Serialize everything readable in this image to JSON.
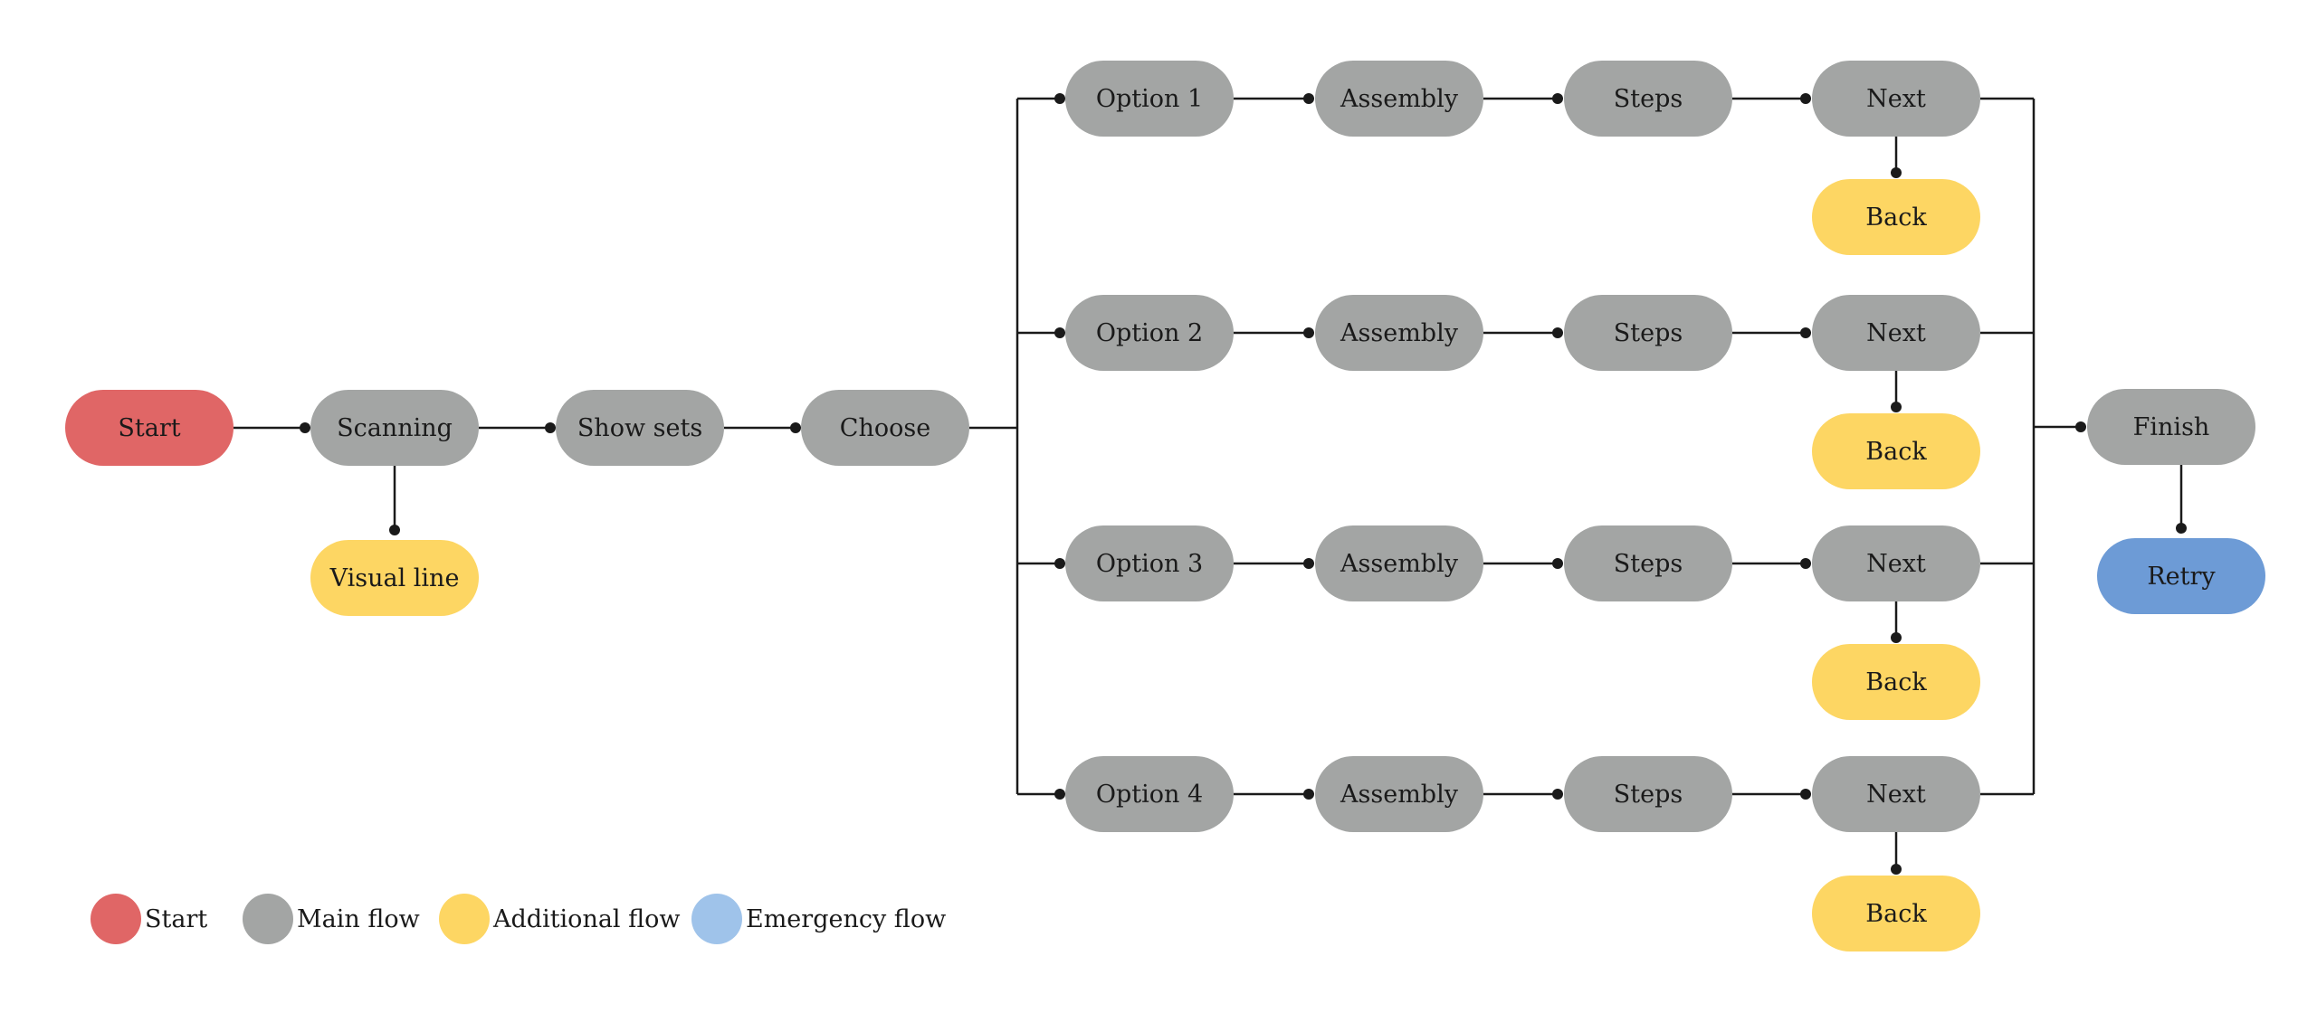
{
  "colors": {
    "start": "#e06666",
    "main": "#a3a5a4",
    "additional": "#fdd663",
    "emergency": "#6d9bd6",
    "legend_emergency": "#9fc3ea",
    "line": "#1a1a1a"
  },
  "nodes": {
    "start": "Start",
    "scanning": "Scanning",
    "visual_line": "Visual line",
    "show_sets": "Show sets",
    "choose": "Choose",
    "option_1": "Option 1",
    "assembly_1": "Assembly",
    "steps_1": "Steps",
    "next_1": "Next",
    "back_1": "Back",
    "option_2": "Option 2",
    "assembly_2": "Assembly",
    "steps_2": "Steps",
    "next_2": "Next",
    "back_2": "Back",
    "option_3": "Option 3",
    "assembly_3": "Assembly",
    "steps_3": "Steps",
    "next_3": "Next",
    "back_3": "Back",
    "option_4": "Option 4",
    "assembly_4": "Assembly",
    "steps_4": "Steps",
    "next_4": "Next",
    "back_4": "Back",
    "finish": "Finish",
    "retry": "Retry"
  },
  "edges": [
    [
      "start",
      "scanning"
    ],
    [
      "scanning",
      "visual_line"
    ],
    [
      "scanning",
      "show_sets"
    ],
    [
      "show_sets",
      "choose"
    ],
    [
      "choose",
      "option_1"
    ],
    [
      "choose",
      "option_2"
    ],
    [
      "choose",
      "option_3"
    ],
    [
      "choose",
      "option_4"
    ],
    [
      "option_1",
      "assembly_1"
    ],
    [
      "assembly_1",
      "steps_1"
    ],
    [
      "steps_1",
      "next_1"
    ],
    [
      "next_1",
      "back_1"
    ],
    [
      "option_2",
      "assembly_2"
    ],
    [
      "assembly_2",
      "steps_2"
    ],
    [
      "steps_2",
      "next_2"
    ],
    [
      "next_2",
      "back_2"
    ],
    [
      "option_3",
      "assembly_3"
    ],
    [
      "assembly_3",
      "steps_3"
    ],
    [
      "steps_3",
      "next_3"
    ],
    [
      "next_3",
      "back_3"
    ],
    [
      "option_4",
      "assembly_4"
    ],
    [
      "assembly_4",
      "steps_4"
    ],
    [
      "steps_4",
      "next_4"
    ],
    [
      "next_4",
      "back_4"
    ],
    [
      "next_1",
      "finish"
    ],
    [
      "next_2",
      "finish"
    ],
    [
      "next_3",
      "finish"
    ],
    [
      "next_4",
      "finish"
    ],
    [
      "finish",
      "retry"
    ]
  ],
  "legend": {
    "start": "Start",
    "main": "Main flow",
    "additional": "Additional flow",
    "emergency": "Emergency flow"
  }
}
